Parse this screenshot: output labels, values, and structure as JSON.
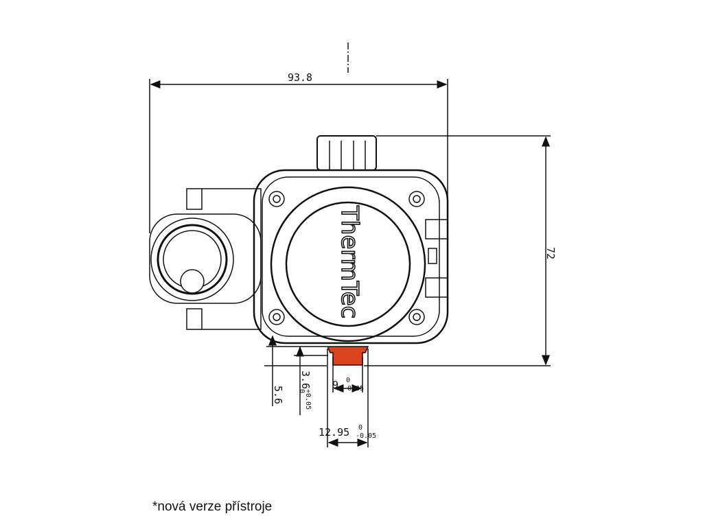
{
  "drawing": {
    "brand_logo_text": "ThermTec",
    "accent_color": "#d9441f",
    "dimensions": {
      "width": "93.8",
      "height": "72",
      "offset_a": "5.6",
      "offset_b": "3.6",
      "offset_b_tol_upper": "+0.05",
      "offset_b_tol_lower": "0",
      "inner_width": "9.",
      "inner_width_tol_upper": "0",
      "inner_width_tol_lower": "-0.05",
      "outer_width": "12.95",
      "outer_width_tol_upper": "0",
      "outer_width_tol_lower": "-0.05"
    }
  },
  "caption": "*nová verze přístroje"
}
